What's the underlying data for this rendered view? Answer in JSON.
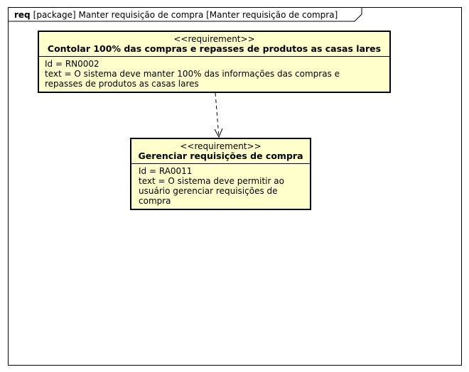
{
  "frame": {
    "keyword": "req",
    "title": "[package] Manter requisição de compra [Manter requisição de compra]"
  },
  "requirements": [
    {
      "stereotype": "<<requirement>>",
      "name": "Contolar 100% das compras e repasses de produtos as casas lares",
      "id_line": "Id = RN0002",
      "text_lines": [
        "text = O sistema deve manter 100% das informações das compras e",
        "repasses de produtos as casas lares"
      ]
    },
    {
      "stereotype": "<<requirement>>",
      "name": "Gerenciar requisições de compra",
      "id_line": "Id = RA0011",
      "text_lines": [
        "text = O sistema deve permitir ao",
        "usuário gerenciar requisições de",
        "compra"
      ]
    }
  ],
  "colors": {
    "requirement_fill": "#ffffcc",
    "border": "#000000"
  }
}
